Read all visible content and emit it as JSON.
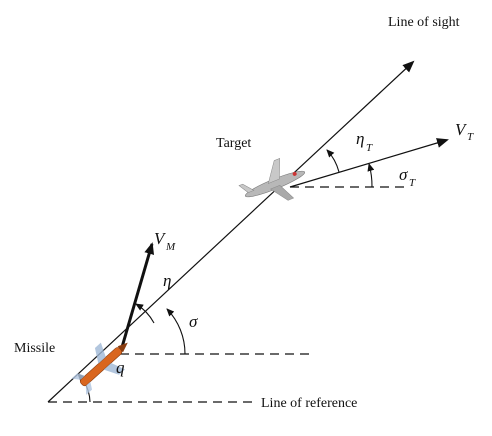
{
  "labels": {
    "line_of_sight": "Line of sight",
    "line_of_reference": "Line of reference",
    "target": "Target",
    "missile": "Missile"
  },
  "symbols": {
    "v_t": "V",
    "v_t_sub": "T",
    "v_m": "V",
    "v_m_sub": "M",
    "eta_t": "η",
    "eta_t_sub": "T",
    "sigma_t": "σ",
    "sigma_t_sub": "T",
    "eta": "η",
    "sigma": "σ",
    "q": "q"
  },
  "colors": {
    "line": "#111111",
    "missile_body": "#d9661f",
    "aircraft_body": "#b8b8b8"
  }
}
